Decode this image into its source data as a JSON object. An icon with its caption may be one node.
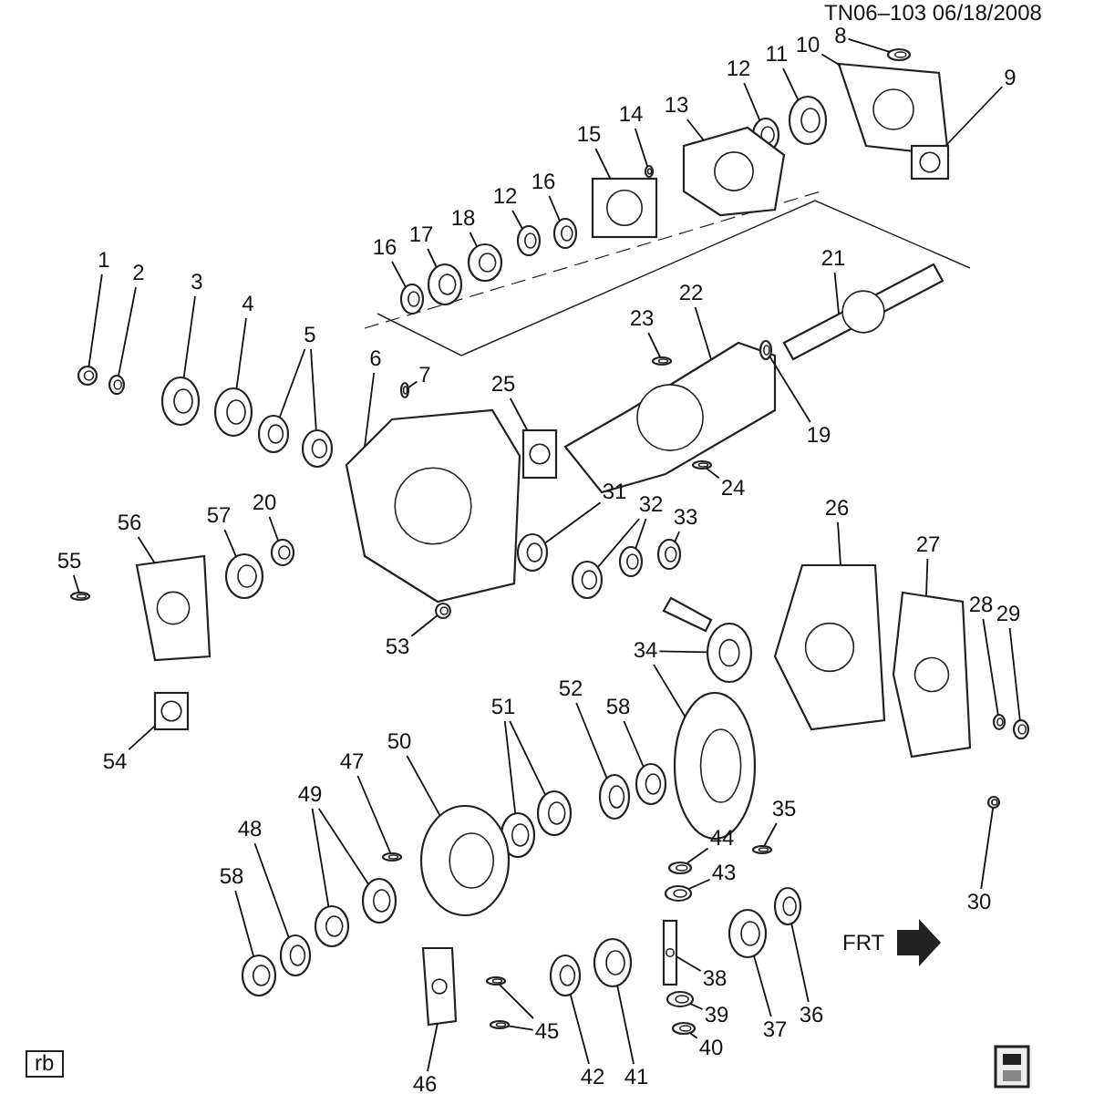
{
  "diagram": {
    "nodes": [
      {
        "text": [
          "8"
        ]
      },
      {
        "text": [
          "10"
        ]
      },
      {
        "text": [
          "11"
        ]
      },
      {
        "text": [
          "12"
        ]
      },
      {
        "text": [
          "9"
        ]
      },
      {
        "text": [
          "13"
        ]
      },
      {
        "text": [
          "14"
        ]
      },
      {
        "text": [
          "15"
        ]
      },
      {
        "text": [
          "16"
        ]
      },
      {
        "text": [
          "12"
        ]
      },
      {
        "text": [
          "18"
        ]
      },
      {
        "text": [
          "17"
        ]
      },
      {
        "text": [
          "16"
        ]
      },
      {
        "text": [
          "21"
        ]
      },
      {
        "text": [
          "1"
        ]
      },
      {
        "text": [
          "2"
        ]
      },
      {
        "text": [
          "3"
        ]
      },
      {
        "text": [
          "22"
        ]
      },
      {
        "text": [
          "4"
        ]
      },
      {
        "text": [
          "23"
        ]
      },
      {
        "text": [
          "5"
        ]
      },
      {
        "text": [
          "6"
        ]
      },
      {
        "text": [
          "7"
        ]
      },
      {
        "text": [
          "25"
        ]
      },
      {
        "text": [
          "19"
        ]
      },
      {
        "text": [
          "24"
        ]
      },
      {
        "text": [
          "31"
        ]
      },
      {
        "text": [
          "20"
        ]
      },
      {
        "text": [
          "32"
        ]
      },
      {
        "text": [
          "26"
        ]
      },
      {
        "text": [
          "57"
        ]
      },
      {
        "text": [
          "33"
        ]
      },
      {
        "text": [
          "56"
        ]
      },
      {
        "text": [
          "27"
        ]
      },
      {
        "text": [
          "55"
        ]
      },
      {
        "text": [
          "28"
        ]
      },
      {
        "text": [
          "29"
        ]
      },
      {
        "text": [
          "53"
        ]
      },
      {
        "text": [
          "34"
        ]
      },
      {
        "text": [
          "52"
        ]
      },
      {
        "text": [
          "58"
        ]
      },
      {
        "text": [
          "51"
        ]
      },
      {
        "text": [
          "50"
        ]
      },
      {
        "text": [
          "54"
        ]
      },
      {
        "text": [
          "47"
        ]
      },
      {
        "text": [
          "49"
        ]
      },
      {
        "text": [
          "35"
        ]
      },
      {
        "text": [
          "48"
        ]
      },
      {
        "text": [
          "44"
        ]
      },
      {
        "text": [
          "43"
        ]
      },
      {
        "text": [
          "58"
        ]
      },
      {
        "text": [
          "30"
        ]
      },
      {
        "text": [
          "38"
        ]
      },
      {
        "text": [
          "36"
        ]
      },
      {
        "text": [
          "39"
        ]
      },
      {
        "text": [
          "37"
        ]
      },
      {
        "text": [
          "45"
        ]
      },
      {
        "text": [
          "40"
        ]
      },
      {
        "text": [
          "42"
        ]
      },
      {
        "text": [
          "41"
        ]
      },
      {
        "text": [
          "46"
        ]
      },
      {
        "text": [],
        "shape": "picture"
      },
      {
        "text": [],
        "shape": "picture"
      },
      {
        "text": [],
        "shape": "picture"
      },
      {
        "text": [],
        "shape": "picture"
      },
      {
        "text": [],
        "shape": "picture"
      },
      {
        "text": [],
        "shape": "picture"
      },
      {
        "text": [],
        "shape": "picture"
      },
      {
        "text": [],
        "shape": "picture"
      },
      {
        "text": [],
        "shape": "picture"
      },
      {
        "text": [],
        "shape": "picture"
      },
      {
        "text": [],
        "shape": "picture"
      },
      {
        "text": [],
        "shape": "picture"
      },
      {
        "text": [],
        "shape": "picture"
      },
      {
        "text": [],
        "shape": "picture"
      },
      {
        "text": [],
        "shape": "picture"
      },
      {
        "text": [],
        "shape": "picture"
      },
      {
        "text": [],
        "shape": "picture"
      },
      {
        "text": [],
        "shape": "picture"
      },
      {
        "text": [],
        "shape": "picture"
      },
      {
        "text": [],
        "shape": "picture"
      },
      {
        "text": [],
        "shape": "picture"
      },
      {
        "text": [],
        "shape": "picture"
      },
      {
        "text": [],
        "shape": "picture"
      },
      {
        "text": [],
        "shape": "picture"
      },
      {
        "text": [],
        "shape": "picture"
      },
      {
        "text": [],
        "shape": "picture"
      },
      {
        "text": [],
        "shape": "picture"
      },
      {
        "text": [],
        "shape": "picture"
      },
      {
        "text": [],
        "shape": "picture"
      },
      {
        "text": [],
        "shape": "picture"
      },
      {
        "text": [],
        "shape": "picture"
      },
      {
        "text": [],
        "shape": "picture"
      },
      {
        "text": [],
        "shape": "picture"
      },
      {
        "text": [],
        "shape": "picture"
      },
      {
        "text": [],
        "shape": "picture"
      },
      {
        "text": [],
        "shape": "picture"
      },
      {
        "text": [],
        "shape": "picture"
      },
      {
        "text": [],
        "shape": "picture"
      },
      {
        "text": [],
        "shape": "picture"
      },
      {
        "text": [],
        "shape": "picture"
      },
      {
        "text": [],
        "shape": "picture"
      },
      {
        "text": [],
        "shape": "picture"
      },
      {
        "text": [],
        "shape": "picture"
      },
      {
        "text": [],
        "shape": "picture"
      },
      {
        "text": [],
        "shape": "picture"
      },
      {
        "text": [],
        "shape": "picture"
      },
      {
        "text": [],
        "shape": "picture"
      },
      {
        "text": [],
        "shape": "picture"
      },
      {
        "text": [],
        "shape": "picture"
      },
      {
        "text": [],
        "shape": "picture"
      },
      {
        "text": [],
        "shape": "picture"
      },
      {
        "text": [],
        "shape": "picture"
      },
      {
        "text": [],
        "shape": "picture"
      },
      {
        "text": [],
        "shape": "picture"
      },
      {
        "text": [],
        "shape": "picture"
      },
      {
        "text": [],
        "shape": "picture"
      },
      {
        "text": [],
        "shape": "picture"
      },
      {
        "text": [],
        "shape": "picture"
      },
      {
        "text": [],
        "shape": "picture"
      },
      {
        "text": [],
        "shape": "picture"
      },
      {
        "text": [],
        "shape": "picture"
      },
      {
        "text": [],
        "shape": "picture"
      },
      {
        "text": [],
        "shape": "picture"
      },
      {
        "text": [],
        "shape": "picture"
      },
      {
        "text": [],
        "shape": "picture"
      },
      {
        "text": [],
        "shape": "picture"
      },
      {
        "text": [],
        "shape": "picture"
      }
    ],
    "edges": [
      {
        "from": 0,
        "to": 61,
        "arrow": "none"
      },
      {
        "from": 1,
        "to": 62,
        "arrow": "none"
      },
      {
        "from": 2,
        "to": 63,
        "arrow": "none"
      },
      {
        "from": 3,
        "to": 64,
        "arrow": "none"
      },
      {
        "from": 4,
        "to": 65,
        "arrow": "none"
      },
      {
        "from": 5,
        "to": 66,
        "arrow": "none"
      },
      {
        "from": 6,
        "to": 67,
        "arrow": "none"
      },
      {
        "from": 7,
        "to": 68,
        "arrow": "none"
      },
      {
        "from": 8,
        "to": 69,
        "arrow": "none"
      },
      {
        "from": 9,
        "to": 70,
        "arrow": "none"
      },
      {
        "from": 10,
        "to": 71,
        "arrow": "none"
      },
      {
        "from": 11,
        "to": 72,
        "arrow": "none"
      },
      {
        "from": 12,
        "to": 73,
        "arrow": "none"
      },
      {
        "from": 13,
        "to": 74,
        "arrow": "none"
      },
      {
        "from": 14,
        "to": 75,
        "arrow": "none"
      },
      {
        "from": 15,
        "to": 76,
        "arrow": "none"
      },
      {
        "from": 16,
        "to": 77,
        "arrow": "none"
      },
      {
        "from": 17,
        "to": 78,
        "arrow": "none"
      },
      {
        "from": 18,
        "to": 79,
        "arrow": "none"
      },
      {
        "from": 19,
        "to": 80,
        "arrow": "none"
      },
      {
        "from": 20,
        "to": 81,
        "arrow": "none"
      },
      {
        "from": 20,
        "to": 82,
        "arrow": "none"
      },
      {
        "from": 21,
        "to": 83,
        "arrow": "none"
      },
      {
        "from": 22,
        "to": 84,
        "arrow": "none"
      },
      {
        "from": 23,
        "to": 85,
        "arrow": "none"
      },
      {
        "from": 24,
        "to": 86,
        "arrow": "none"
      },
      {
        "from": 25,
        "to": 87,
        "arrow": "none"
      },
      {
        "from": 26,
        "to": 88,
        "arrow": "none"
      },
      {
        "from": 27,
        "to": 89,
        "arrow": "none"
      },
      {
        "from": 28,
        "to": 90,
        "arrow": "none"
      },
      {
        "from": 28,
        "to": 91,
        "arrow": "none"
      },
      {
        "from": 29,
        "to": 92,
        "arrow": "none"
      },
      {
        "from": 30,
        "to": 93,
        "arrow": "none"
      },
      {
        "from": 31,
        "to": 94,
        "arrow": "none"
      },
      {
        "from": 32,
        "to": 95,
        "arrow": "none"
      },
      {
        "from": 33,
        "to": 96,
        "arrow": "none"
      },
      {
        "from": 34,
        "to": 97,
        "arrow": "none"
      },
      {
        "from": 35,
        "to": 98,
        "arrow": "none"
      },
      {
        "from": 36,
        "to": 99,
        "arrow": "none"
      },
      {
        "from": 37,
        "to": 100,
        "arrow": "none"
      },
      {
        "from": 38,
        "to": 101,
        "arrow": "none"
      },
      {
        "from": 38,
        "to": 102,
        "arrow": "none"
      },
      {
        "from": 39,
        "to": 103,
        "arrow": "none"
      },
      {
        "from": 40,
        "to": 104,
        "arrow": "none"
      },
      {
        "from": 41,
        "to": 105,
        "arrow": "none"
      },
      {
        "from": 41,
        "to": 106,
        "arrow": "none"
      },
      {
        "from": 42,
        "to": 107,
        "arrow": "none"
      },
      {
        "from": 43,
        "to": 108,
        "arrow": "none"
      },
      {
        "from": 44,
        "to": 109,
        "arrow": "none"
      },
      {
        "from": 45,
        "to": 110,
        "arrow": "none"
      },
      {
        "from": 45,
        "to": 111,
        "arrow": "none"
      },
      {
        "from": 46,
        "to": 112,
        "arrow": "none"
      },
      {
        "from": 47,
        "to": 113,
        "arrow": "none"
      },
      {
        "from": 48,
        "to": 114,
        "arrow": "none"
      },
      {
        "from": 49,
        "to": 115,
        "arrow": "none"
      },
      {
        "from": 50,
        "to": 116,
        "arrow": "none"
      },
      {
        "from": 51,
        "to": 117,
        "arrow": "none"
      },
      {
        "from": 52,
        "to": 118,
        "arrow": "none"
      },
      {
        "from": 53,
        "to": 119,
        "arrow": "none"
      },
      {
        "from": 54,
        "to": 120,
        "arrow": "none"
      },
      {
        "from": 55,
        "to": 121,
        "arrow": "none"
      },
      {
        "from": 56,
        "to": 122,
        "arrow": "none"
      },
      {
        "from": 56,
        "to": 123,
        "arrow": "none"
      },
      {
        "from": 57,
        "to": 124,
        "arrow": "none"
      },
      {
        "from": 58,
        "to": 125,
        "arrow": "none"
      },
      {
        "from": 59,
        "to": 126,
        "arrow": "none"
      },
      {
        "from": 60,
        "to": 127,
        "arrow": "none"
      }
    ],
    "labels": [
      "TN06–103 06/18/2008",
      "FRT",
      "rb"
    ]
  }
}
